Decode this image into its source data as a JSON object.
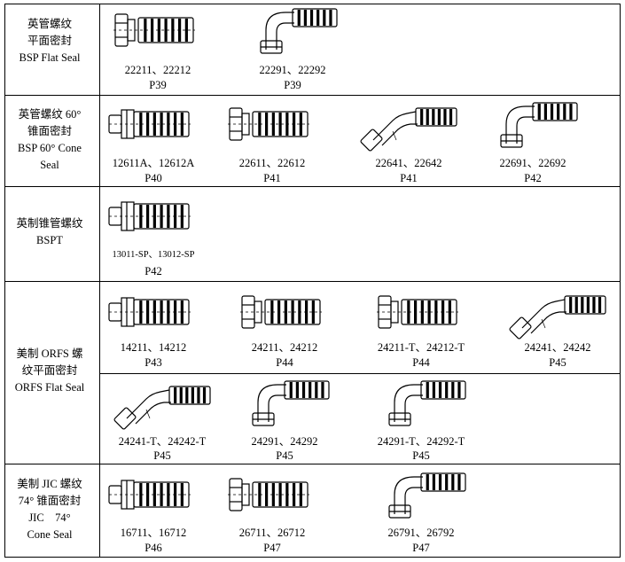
{
  "sections": [
    {
      "category": [
        "英管螺纹",
        "平面密封",
        "BSP Flat Seal"
      ],
      "rows": [
        [
          {
            "code": "22211、22212",
            "page": "P39",
            "shape": "straight-hex"
          },
          {
            "code": "22291、22292",
            "page": "P39",
            "shape": "elbow-90"
          }
        ]
      ]
    },
    {
      "category": [
        "英管螺纹 60°",
        "锥面密封",
        "BSP 60° Cone",
        "Seal"
      ],
      "rows": [
        [
          {
            "code": "12611A、12612A",
            "page": "P40",
            "shape": "straight-male"
          },
          {
            "code": "22611、22612",
            "page": "P41",
            "shape": "straight-hex"
          },
          {
            "code": "22641、22642",
            "page": "P41",
            "shape": "elbow-45"
          },
          {
            "code": "22691、22692",
            "page": "P42",
            "shape": "elbow-90"
          }
        ]
      ]
    },
    {
      "category": [
        "英制锥管螺纹",
        "BSPT"
      ],
      "rows": [
        [
          {
            "code": "13011-SP、13012-SP",
            "page": "P42",
            "shape": "straight-male"
          }
        ]
      ]
    },
    {
      "category": [
        "美制 ORFS 螺",
        "纹平面密封",
        "ORFS Flat Seal"
      ],
      "rows": [
        [
          {
            "code": "14211、14212",
            "page": "P43",
            "shape": "straight-male"
          },
          {
            "code": "24211、24212",
            "page": "P44",
            "shape": "straight-hex"
          },
          {
            "code": "24211-T、24212-T",
            "page": "P44",
            "shape": "straight-hex"
          },
          {
            "code": "24241、24242",
            "page": "P45",
            "shape": "elbow-45"
          }
        ],
        [
          {
            "code": "24241-T、24242-T",
            "page": "P45",
            "shape": "elbow-45"
          },
          {
            "code": "24291、24292",
            "page": "P45",
            "shape": "elbow-90"
          },
          {
            "code": "24291-T、24292-T",
            "page": "P45",
            "shape": "elbow-90"
          }
        ]
      ]
    },
    {
      "category": [
        "美制 JIC 螺纹",
        "74° 锥面密封",
        "JIC    74°",
        "Cone Seal"
      ],
      "rows": [
        [
          {
            "code": "16711、16712",
            "page": "P46",
            "shape": "straight-male"
          },
          {
            "code": "26711、26712",
            "page": "P47",
            "shape": "straight-hex"
          },
          {
            "code": "26791、26792",
            "page": "P47",
            "shape": "elbow-90"
          }
        ]
      ]
    }
  ]
}
